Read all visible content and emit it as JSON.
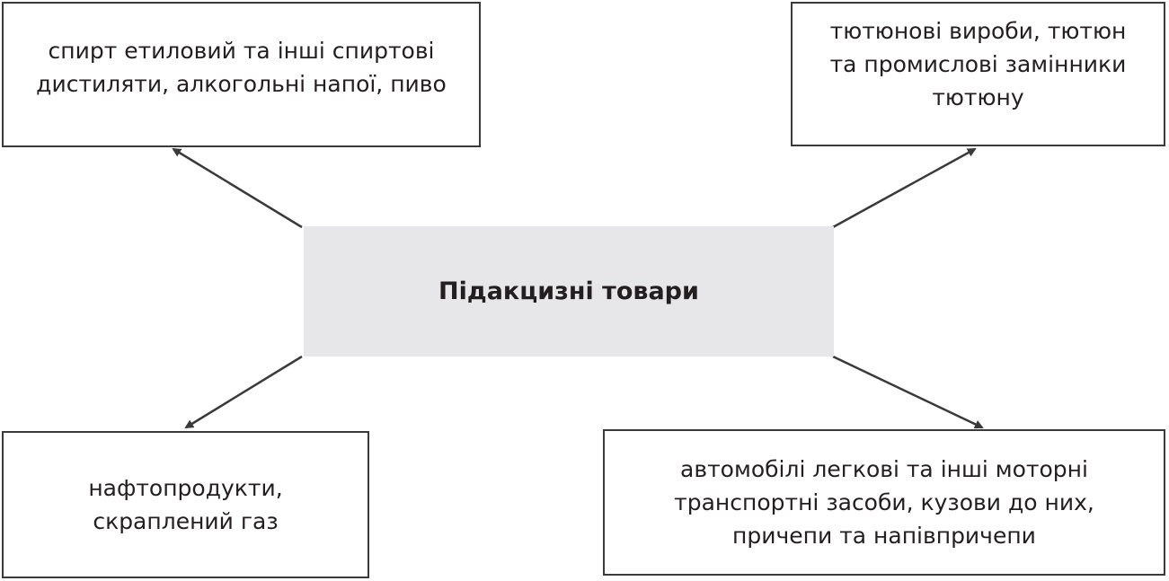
{
  "center": {
    "label": "Підакцизні товари"
  },
  "categories": [
    {
      "id": "top-left",
      "text": "спирт етиловий та інші спиртові\nдистиляти, алкогольні напої, пиво"
    },
    {
      "id": "top-right",
      "text": "тютюнові вироби, тютюн\nта промислові замінники\nтютюну"
    },
    {
      "id": "bottom-left",
      "text": "нафтопродукти,\nскраплений газ"
    },
    {
      "id": "bottom-right",
      "text": "автомобілі легкові та інші моторні\nтранспортні засоби, кузови до них,\nпричепи та напівпричепи"
    }
  ],
  "colors": {
    "center_fill": "#e7e6e8",
    "line": "#3a3a3a",
    "text": "#231f20"
  }
}
